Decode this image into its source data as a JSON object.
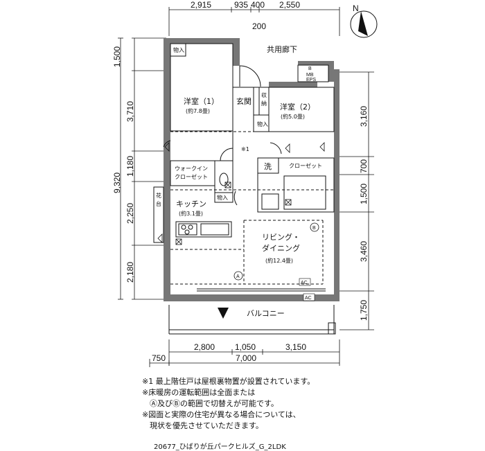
{
  "dimensions": {
    "top": [
      "2,915",
      "935",
      "400",
      "2,550"
    ],
    "top_sub": "200",
    "bottom": [
      "2,800",
      "1,050",
      "3,150"
    ],
    "bottom_total_left": "750",
    "bottom_total": "7,000",
    "left_outer": "9,320",
    "left": [
      "1,500",
      "3,710",
      "1,180",
      "2,250",
      "2,180"
    ],
    "right": [
      "3,160",
      "700",
      "1,500",
      "3,460",
      "1,750"
    ]
  },
  "rooms": {
    "corridor": "共用廊下",
    "storage_top": "物入",
    "bedroom1_name": "洋室（1）",
    "bedroom1_size": "(約7.8畳)",
    "entrance": "玄関",
    "shoe_storage_a": "収",
    "shoe_storage_b": "納",
    "storage_entry": "物入",
    "bedroom2_name": "洋室（2）",
    "bedroom2_size": "(約5.0畳)",
    "mb_b": "B",
    "mb_label": "MB",
    "eps_label": "EPS",
    "note_mark": "※1",
    "walkin_a": "ウォークイン",
    "walkin_b": "クローゼット",
    "wash": "洗",
    "closet": "クローゼット",
    "storage_mid": "物入",
    "flower_a": "花",
    "flower_b": "台",
    "kitchen_name": "キッチン",
    "kitchen_size": "(約3.1畳)",
    "living_a": "リビング・",
    "living_b": "ダイニング",
    "living_size": "(約12.4畳)",
    "mark_a": "A",
    "mark_b": "B",
    "ac1": "AC",
    "ac2": "AC",
    "balcony": "バルコニー"
  },
  "compass": {
    "label": "N"
  },
  "notes": [
    "※1 最上階住戸は屋根裏物置が設置されています。",
    "※床暖房の運転範囲は全面または",
    "　Ⓐ及びⒷの範囲で切替えが可能です。",
    "※図面と実際の住宅が異なる場合については、",
    "　現状を優先させていただきます。"
  ],
  "footer": "20677_ひばりが丘パークヒルズ_G_2LDK"
}
